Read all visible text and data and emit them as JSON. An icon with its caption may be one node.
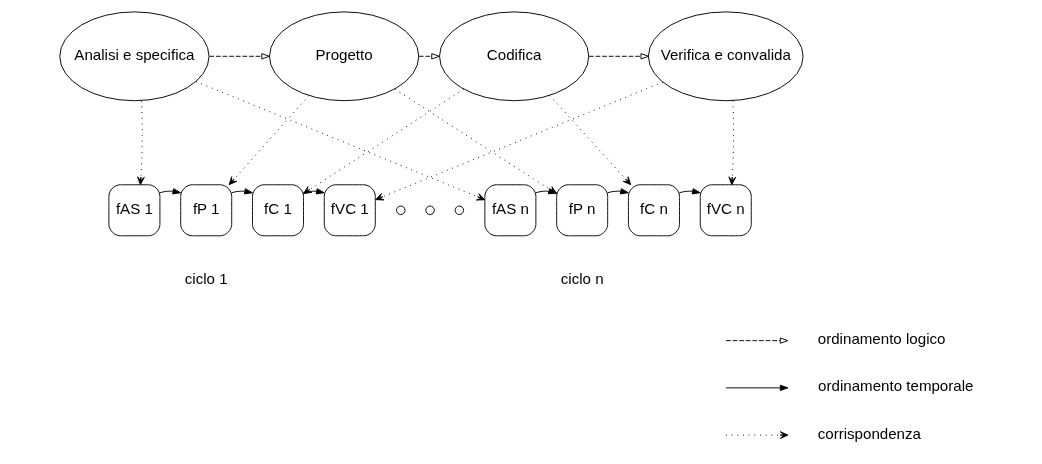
{
  "diagram": {
    "nodes": [
      {
        "text": [
          "Analisi e specifica"
        ]
      },
      {
        "text": [
          "Progetto"
        ]
      },
      {
        "text": [
          "Codifica"
        ]
      },
      {
        "text": [
          "Verifica e convalida"
        ]
      },
      {
        "text": [
          "fAS 1"
        ]
      },
      {
        "text": [
          "fP 1"
        ]
      },
      {
        "text": [
          "fC 1"
        ]
      },
      {
        "text": [
          "fVC 1"
        ]
      },
      {
        "text": [],
        "shape": "circle"
      },
      {
        "text": [],
        "shape": "circle"
      },
      {
        "text": [],
        "shape": "circle"
      },
      {
        "text": [
          "fAS n"
        ]
      },
      {
        "text": [
          "fP n"
        ]
      },
      {
        "text": [
          "fC n"
        ]
      },
      {
        "text": [
          "fVC n"
        ]
      }
    ],
    "edges": [
      {
        "from": 0,
        "to": 1,
        "arrow": "to",
        "style": "dashed"
      },
      {
        "from": 1,
        "to": 2,
        "arrow": "to",
        "style": "dashed"
      },
      {
        "from": 2,
        "to": 3,
        "arrow": "to",
        "style": "dashed"
      },
      {
        "from": 4,
        "to": 5,
        "arrow": "to"
      },
      {
        "from": 5,
        "to": 6,
        "arrow": "to"
      },
      {
        "from": 6,
        "to": 7,
        "arrow": "to"
      },
      {
        "from": 11,
        "to": 12,
        "arrow": "to"
      },
      {
        "from": 12,
        "to": 13,
        "arrow": "to"
      },
      {
        "from": 13,
        "to": 14,
        "arrow": "to"
      },
      {
        "from": 0,
        "to": 4,
        "arrow": "to",
        "style": "dashed"
      },
      {
        "from": 0,
        "to": 11,
        "arrow": "to",
        "style": "dashed"
      },
      {
        "from": 1,
        "to": 5,
        "arrow": "to",
        "style": "dashed"
      },
      {
        "from": 1,
        "to": 12,
        "arrow": "to",
        "style": "dashed"
      },
      {
        "from": 2,
        "to": 6,
        "arrow": "to",
        "style": "dashed"
      },
      {
        "from": 2,
        "to": 13,
        "arrow": "to",
        "style": "dashed"
      },
      {
        "from": 3,
        "to": 7,
        "arrow": "to",
        "style": "dashed"
      },
      {
        "from": 3,
        "to": 14,
        "arrow": "to",
        "style": "dashed"
      }
    ],
    "labels": [
      "ciclo 1",
      "ciclo n"
    ],
    "legend": [
      {
        "text": "ordinamento logico"
      },
      {
        "text": "ordinamento temporale"
      },
      {
        "text": "corrispondenza"
      }
    ]
  }
}
